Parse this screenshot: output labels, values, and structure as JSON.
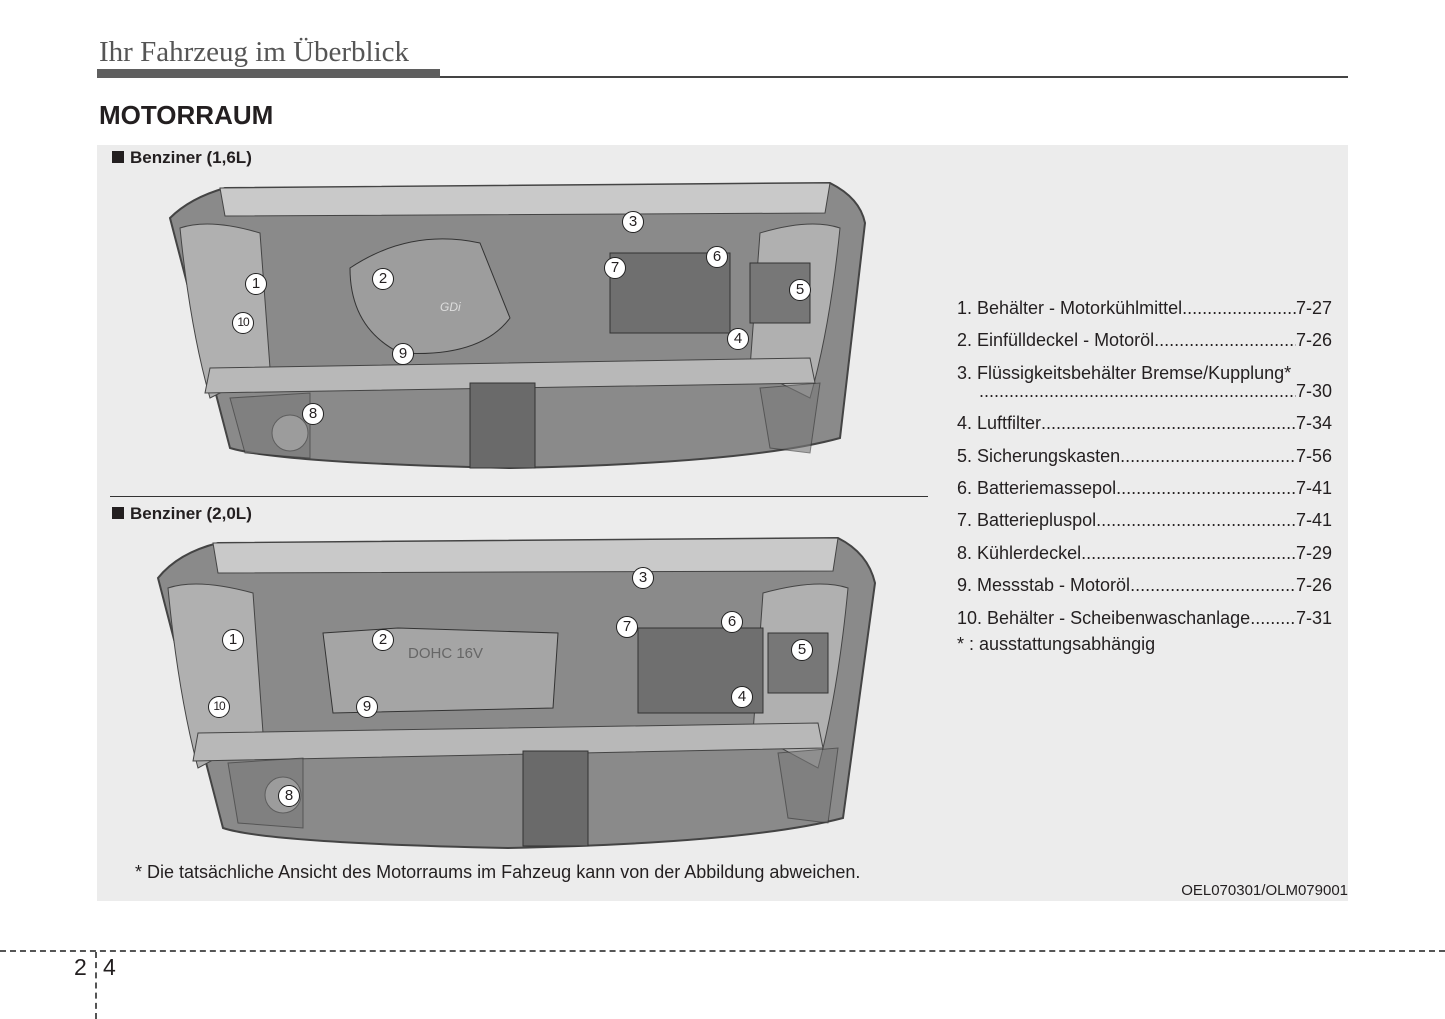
{
  "header": {
    "title": "Ihr Fahrzeug im Überblick"
  },
  "section_title": "MOTORRAUM",
  "figures": [
    {
      "subheading": "Benziner (1,6L)",
      "engine_label": "GDi",
      "callouts": [
        "1",
        "2",
        "3",
        "4",
        "5",
        "6",
        "7",
        "8",
        "9",
        "10"
      ]
    },
    {
      "subheading": "Benziner (2,0L)",
      "engine_label": "DOHC 16V",
      "callouts": [
        "1",
        "2",
        "3",
        "4",
        "5",
        "6",
        "7",
        "8",
        "9",
        "10"
      ]
    }
  ],
  "legend": {
    "items": [
      {
        "label": "1. Behälter - Motorkühlmittel",
        "page": "7-27"
      },
      {
        "label": "2. Einfülldeckel - Motoröl",
        "page": "7-26"
      },
      {
        "label": "3. Flüssigkeitsbehälter Bremse/Kupplung*",
        "page": "7-30"
      },
      {
        "label": "4. Luftfilter",
        "page": "7-34"
      },
      {
        "label": "5. Sicherungskasten",
        "page": "7-56"
      },
      {
        "label": "6. Batteriemassepol",
        "page": "7-41"
      },
      {
        "label": "7. Batteriepluspol",
        "page": "7-41"
      },
      {
        "label": "8. Kühlerdeckel",
        "page": "7-29"
      },
      {
        "label": "9. Messstab - Motoröl",
        "page": "7-26"
      },
      {
        "label": "10. Behälter - Scheibenwaschanlage",
        "page": "7-31"
      }
    ],
    "note": "* : ausstattungsabhängig"
  },
  "footnote": "* Die tatsächliche Ansicht des Motorraums im Fahzeug kann von der Abbildung abweichen.",
  "image_code": "OEL070301/OLM079001",
  "page_number": {
    "chapter": "2",
    "page": "4"
  }
}
